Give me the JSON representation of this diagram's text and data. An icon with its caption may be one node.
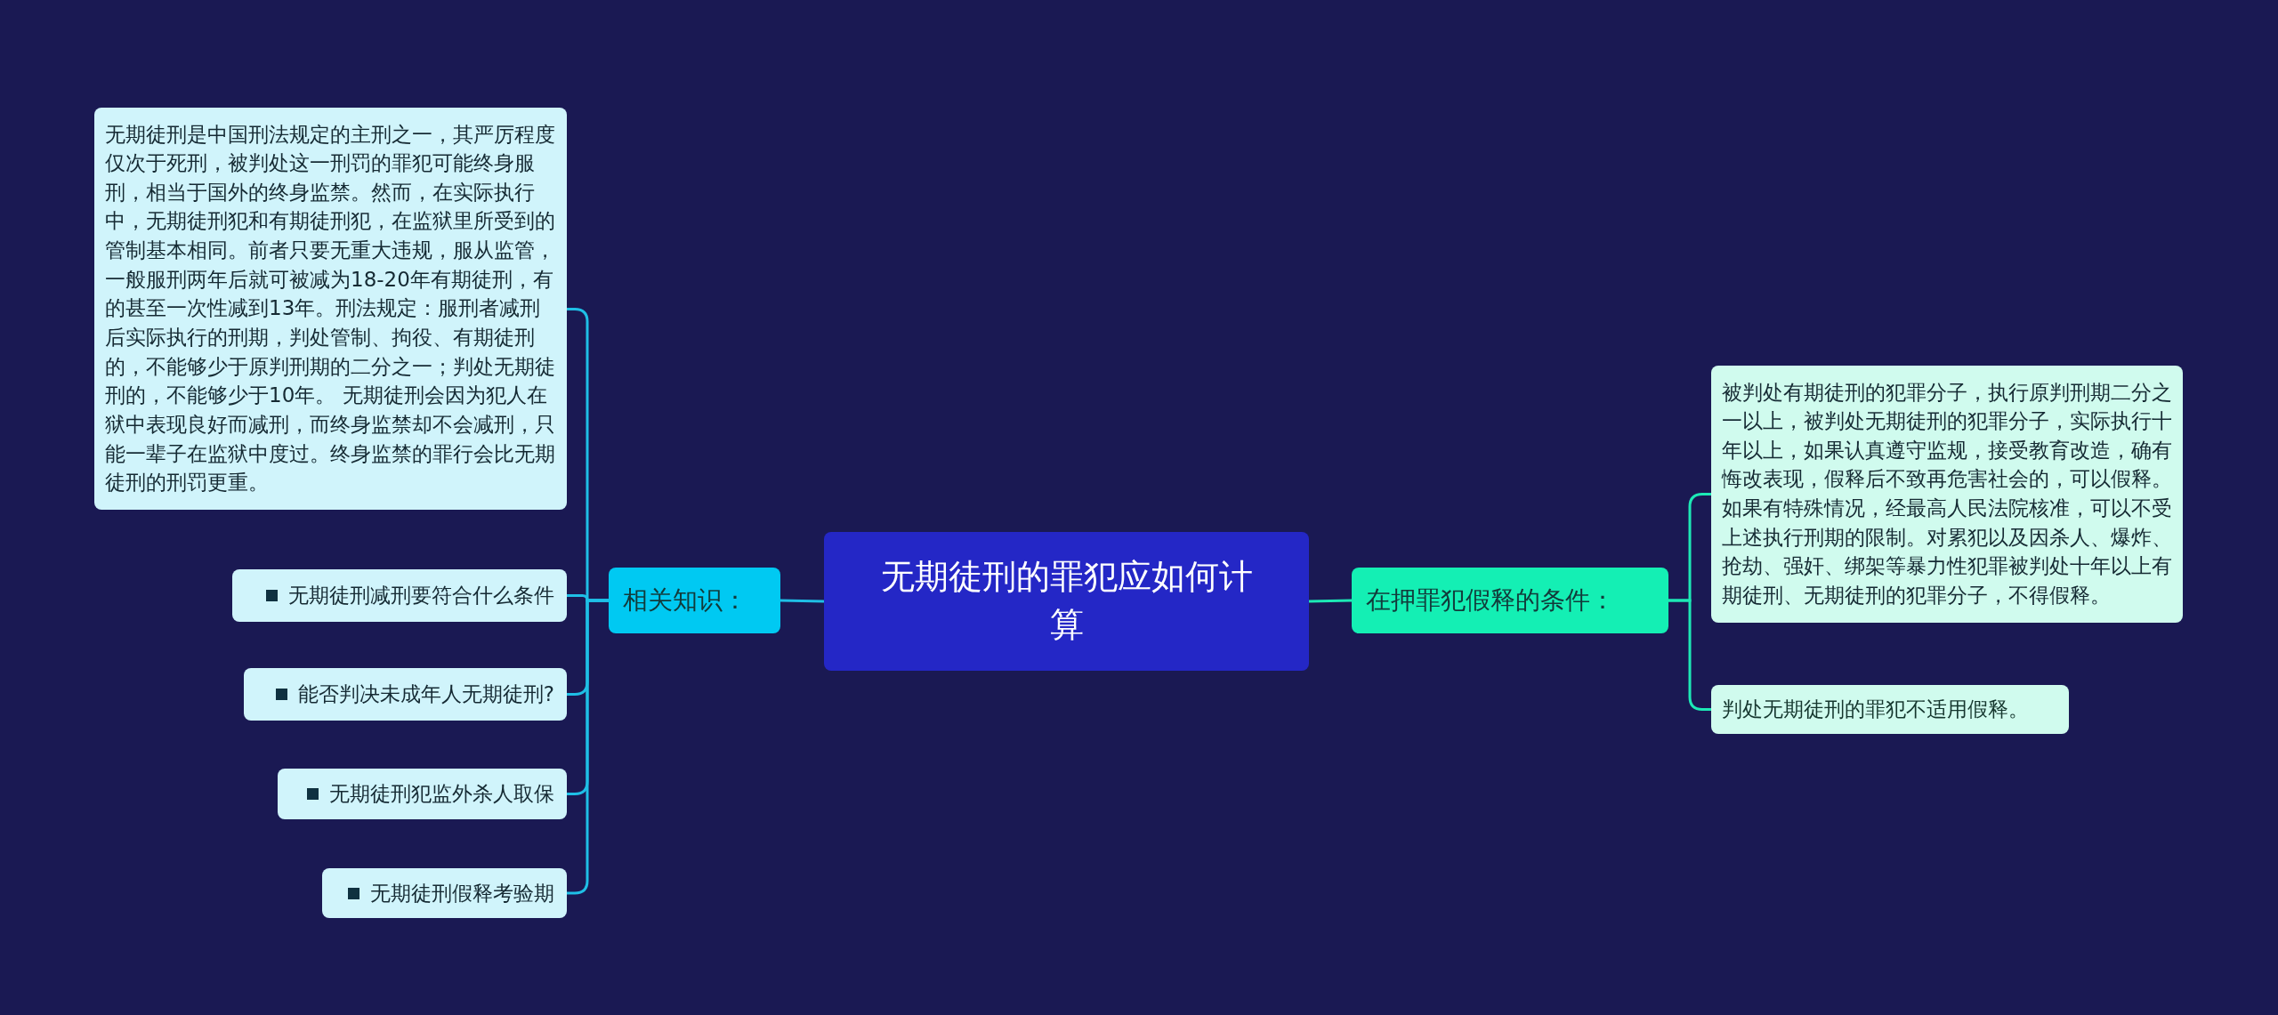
{
  "diagram": {
    "nodes": [
      {
        "text": [
          "无期徒刑的罪犯应如何计算"
        ]
      },
      {
        "text": [
          "相关知识："
        ]
      },
      {
        "text": [
          "无期徒刑是中国刑法规定的主刑之一，其严厉程度仅次于死刑，被判处这一刑罚的罪犯可能终身服刑，相当于国外的终身监禁。然而，在实际执行中，无期徒刑犯和有期徒刑犯，在监狱里所受到的管制基本相同。前者只要无重大违规，服从监管，一般服刑两年后就可被减为18-20年有期徒刑，有的甚至一次性减到13年。刑法规定：服刑者减刑后实际执行的刑期，判处管制、拘役、有期徒刑的，不能够少于原判刑期的二分之一；判处无期徒刑的，不能够少于10年。 无期徒刑会因为犯人在狱中表现良好而减刑，而终身监禁却不会减刑，只能一辈子在监狱中度过。终身监禁的罪行会比无期徒刑的刑罚更重。"
        ]
      },
      {
        "text": [
          "无期徒刑减刑要符合什么条件"
        ]
      },
      {
        "text": [
          "能否判决未成年人无期徒刑?"
        ]
      },
      {
        "text": [
          "无期徒刑犯监外杀人取保"
        ]
      },
      {
        "text": [
          "无期徒刑假释考验期"
        ]
      },
      {
        "text": [
          "在押罪犯假释的条件："
        ]
      },
      {
        "text": [
          "被判处有期徒刑的犯罪分子，执行原判刑期二分之一以上，被判处无期徒刑的犯罪分子，实际执行十年以上，如果认真遵守监规，接受教育改造，确有悔改表现，假释后不致再危害社会的，可以假释。如果有特殊情况，经最高人民法院核准，可以不受上述执行刑期的限制。对累犯以及因杀人、爆炸、抢劫、强奸、绑架等暴力性犯罪被判处十年以上有期徒刑、无期徒刑的犯罪分子，不得假释。"
        ]
      },
      {
        "text": [
          "判处无期徒刑的罪犯不适用假释。"
        ]
      }
    ],
    "edges": [
      {
        "from": 0,
        "to": 1,
        "arrow": "none"
      },
      {
        "from": 1,
        "to": 2,
        "arrow": "none"
      },
      {
        "from": 1,
        "to": 3,
        "arrow": "none"
      },
      {
        "from": 1,
        "to": 4,
        "arrow": "none"
      },
      {
        "from": 1,
        "to": 5,
        "arrow": "none"
      },
      {
        "from": 1,
        "to": 6,
        "arrow": "none"
      },
      {
        "from": 0,
        "to": 7,
        "arrow": "none",
        "color": "#1de9b6"
      },
      {
        "from": 7,
        "to": 8,
        "arrow": "none",
        "color": "#1de9b6"
      },
      {
        "from": 7,
        "to": 9,
        "arrow": "none",
        "color": "#1de9b6"
      }
    ]
  }
}
